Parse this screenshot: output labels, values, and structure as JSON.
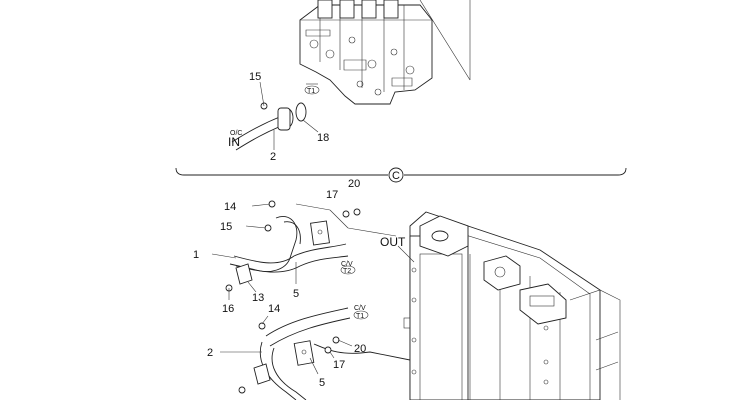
{
  "upper": {
    "labels": {
      "p15": "15",
      "p2": "2",
      "p18": "18"
    },
    "port_in": {
      "sub": "O/C",
      "main": "IN"
    },
    "ref_tag": "T1"
  },
  "divider": {
    "mark": "C"
  },
  "lower": {
    "labels": {
      "p14a": "14",
      "p15": "15",
      "p1": "1",
      "p5a": "5",
      "p17a": "17",
      "p20a": "20",
      "p13": "13",
      "p16": "16",
      "p14b": "14",
      "p2": "2",
      "p20b": "20",
      "p17b": "17",
      "p5b": "5"
    },
    "port_out": "OUT",
    "cv1": {
      "sub": "C/V",
      "tag": "T2"
    },
    "cv2": {
      "sub": "C/V",
      "tag": "T1"
    }
  }
}
